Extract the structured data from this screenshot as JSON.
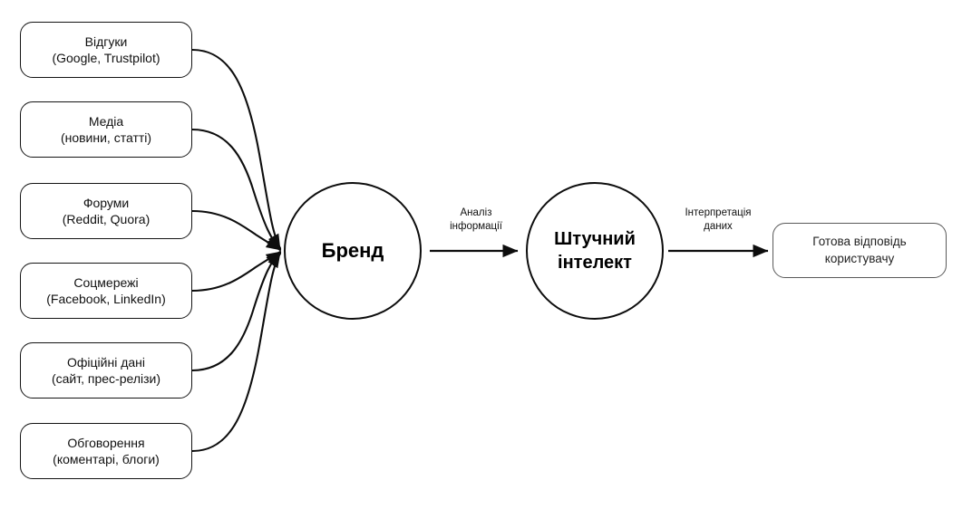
{
  "diagram": {
    "type": "flow-diagram",
    "title_text": null,
    "colors": {
      "background": "#ffffff",
      "node_stroke": "#111111",
      "output_stroke": "#5a5a5a",
      "text": "#111111"
    },
    "sources": [
      {
        "id": "reviews",
        "line1": "Відгуки",
        "line2": "(Google, Trustpilot)"
      },
      {
        "id": "media",
        "line1": "Медіа",
        "line2": "(новини, статті)"
      },
      {
        "id": "forums",
        "line1": "Форуми",
        "line2": "(Reddit, Quora)"
      },
      {
        "id": "social",
        "line1": "Соцмережі",
        "line2": "(Facebook, LinkedIn)"
      },
      {
        "id": "official",
        "line1": "Офіційні дані",
        "line2": "(сайт, прес-релізи)"
      },
      {
        "id": "discuss",
        "line1": "Обговорення",
        "line2": "(коментарі, блоги)"
      }
    ],
    "brand_node": {
      "label": "Бренд"
    },
    "ai_node": {
      "line1": "Штучний",
      "line2": "інтелект"
    },
    "output_node": {
      "line1": "Готова відповідь",
      "line2": "користувачу"
    },
    "edges": [
      {
        "id": "analysis",
        "line1": "Аналіз",
        "line2": "інформації"
      },
      {
        "id": "interpret",
        "line1": "Інтерпретація",
        "line2": "даних"
      }
    ]
  }
}
